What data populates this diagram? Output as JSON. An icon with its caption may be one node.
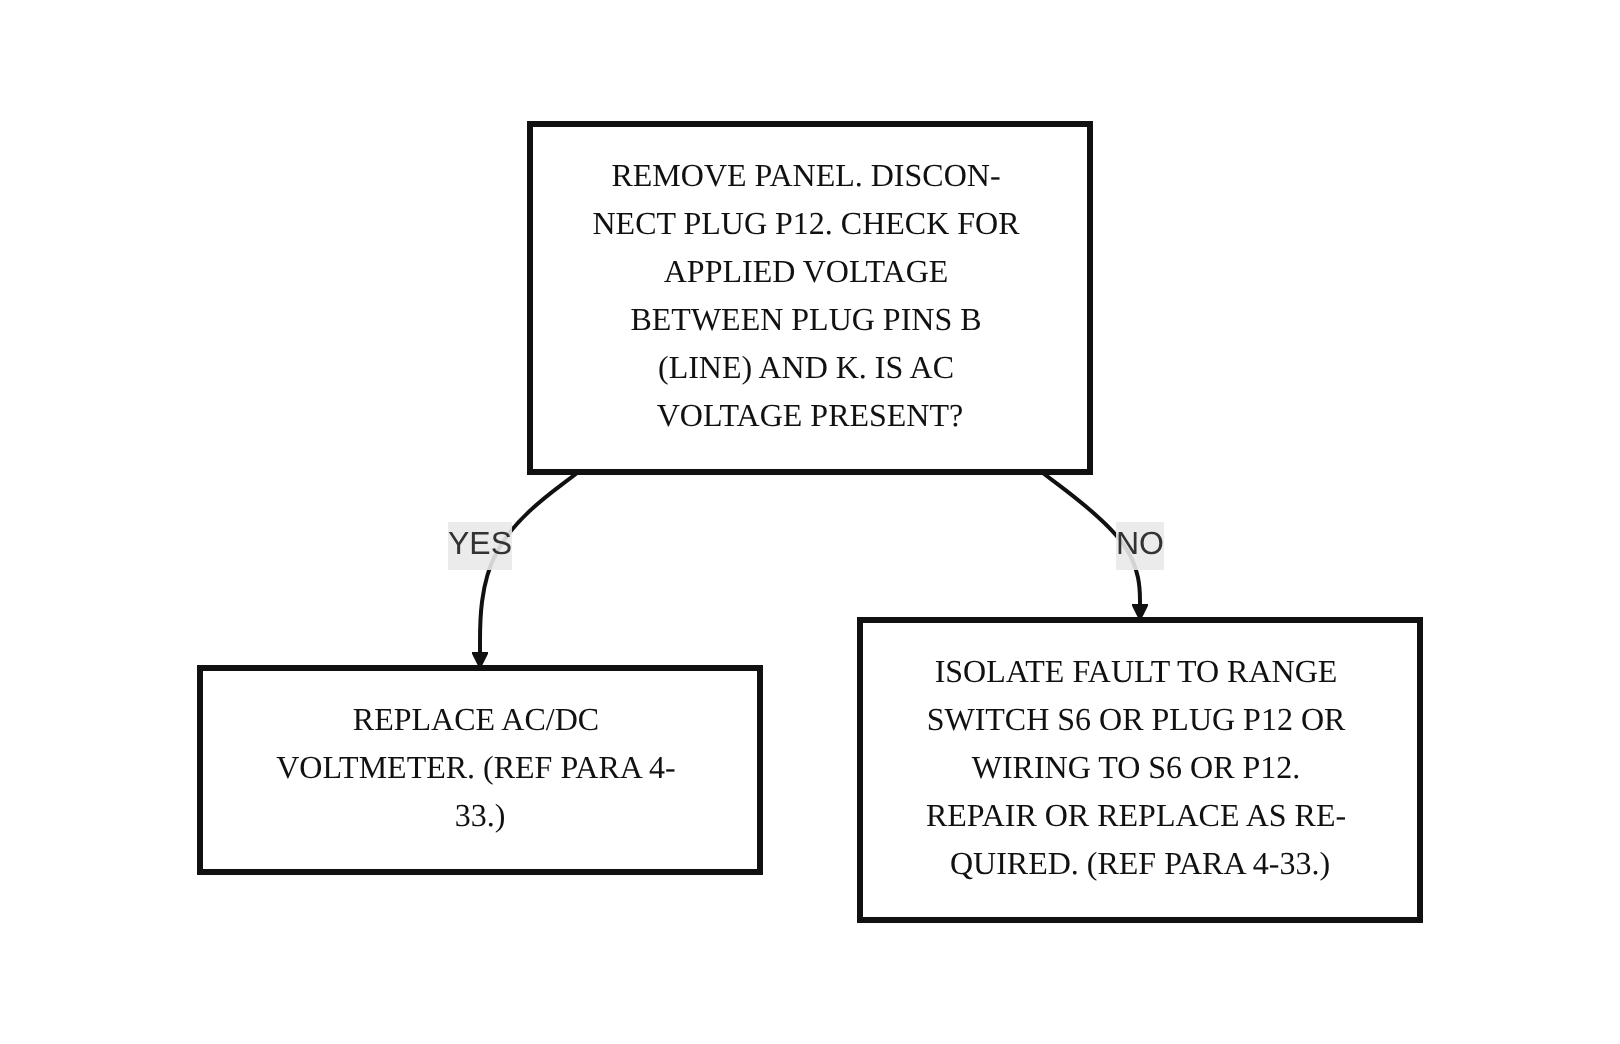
{
  "diagram": {
    "nodes": [
      {
        "text": [
          "REMOVE PANEL. DISCON- NECT PLUG P12. CHECK FOR APPLIED VOLTAGE BETWEEN PLUG PINS B (LINE) AND K. IS AC VOLTAGE PRESENT?"
        ]
      },
      {
        "text": [
          "REPLACE AC/DC VOLTMETER. (REF PARA 4- 33.)"
        ]
      },
      {
        "text": [
          "ISOLATE FAULT TO RANGE SWITCH S6 OR PLUG P12 OR WIRING TO S6 OR P12. REPAIR OR REPLACE AS RE- QUIRED. (REF PARA 4-33.)"
        ]
      }
    ],
    "edges": [
      {
        "from": 0,
        "to": 1,
        "arrow": "to",
        "label": "YES"
      },
      {
        "from": 0,
        "to": 2,
        "arrow": "to",
        "label": "NO"
      }
    ]
  }
}
